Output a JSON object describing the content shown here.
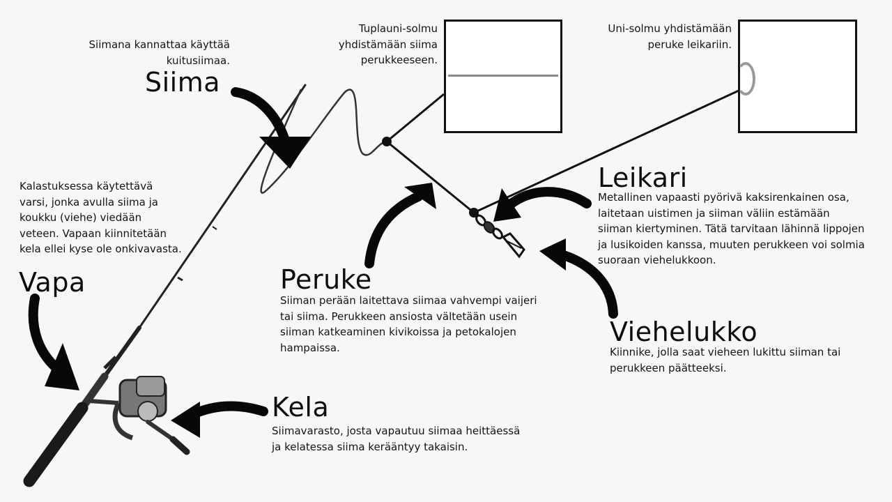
{
  "labels": {
    "siima": {
      "title": "Siima",
      "description": "Siimana kannattaa käyttää kuitusiimaa."
    },
    "vapa": {
      "title": "Vapa",
      "description": "Kalastuksessa käytettävä varsi, jonka avulla siima ja koukku (viehe) viedään veteen. Vapaan kiinnitetään kela ellei kyse ole onkivavasta."
    },
    "kela": {
      "title": "Kela",
      "description": "Siimavarasto, josta vapautuu siimaa heittäessä ja kelatessa siima kerääntyy takaisin."
    },
    "peruke": {
      "title": "Peruke",
      "description": "Siiman perään laitettava siimaa vahvempi vaijeri tai siima. Perukkeen ansiosta vältetään usein siiman katkeaminen kivikoissa ja petokalojen hampaissa."
    },
    "leikari": {
      "title": "Leikari",
      "description": "Metallinen vapaasti pyörivä kaksirenkainen osa, laitetaan uistimen ja siiman väliin estämään siiman kiertyminen. Tätä tarvitaan lähinnä lippojen ja lusikoiden kanssa, muuten perukkeen voi solmia suoraan viehelukkoon."
    },
    "viehelukko": {
      "title": "Viehelukko",
      "description": "Kiinnike, jolla saat vieheen lukittu siiman tai perukkeen päätteeksi."
    }
  },
  "knots": {
    "tuplauni": "Tuplauni-solmu yhdistämään siima perukkeeseen.",
    "uni": "Uni-solmu yhdistämään peruke leikariin."
  },
  "colors": {
    "background": "#f7f7f7",
    "ink": "#111111"
  }
}
